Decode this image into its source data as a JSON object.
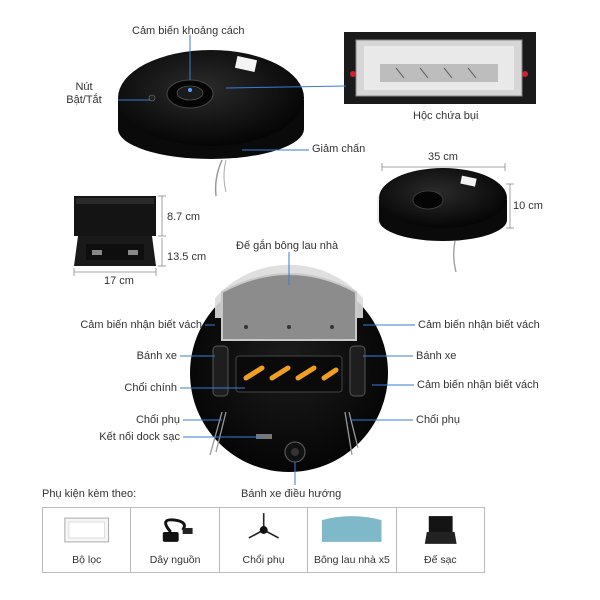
{
  "top": {
    "distance_sensor": "Cảm biến khoảng cách",
    "power_button": "Nút\nBật/Tắt",
    "dust_bin": "Hộc chứa bụi",
    "bumper": "Giảm chấn"
  },
  "dimensions": {
    "robot_width": "35 cm",
    "robot_height": "10 cm",
    "dock_height": "8.7 cm",
    "dock_depth": "13.5 cm",
    "dock_width": "17 cm"
  },
  "bottom": {
    "mop_mount": "Đế gắn bông lau nhà",
    "wall_sensor_left": "Cảm biến nhận biết vách",
    "wheel_left": "Bánh xe",
    "main_brush": "Chổi chính",
    "side_brush_left": "Chổi phụ",
    "dock_connector": "Kết nối dock sạc",
    "wall_sensor_right_top": "Cảm biến nhận biết vách",
    "wheel_right": "Bánh xe",
    "wall_sensor_right_bottom": "Cảm biến nhận biết vách",
    "side_brush_right": "Chổi phụ",
    "caster_wheel": "Bánh xe điều hướng"
  },
  "accessories": {
    "title": "Phụ kiện kèm theo:",
    "items": [
      {
        "label": "Bộ lọc",
        "icon": "filter-icon"
      },
      {
        "label": "Dây nguồn",
        "icon": "power-cable-icon"
      },
      {
        "label": "Chổi phụ",
        "icon": "side-brush-icon"
      },
      {
        "label": "Bông lau nhà x5",
        "icon": "mop-pad-icon"
      },
      {
        "label": "Đế sạc",
        "icon": "charging-dock-icon"
      }
    ]
  },
  "colors": {
    "leader_line": "#3a7bd5",
    "robot_body": "#111111",
    "mop_pad": "#7fb9c9"
  }
}
